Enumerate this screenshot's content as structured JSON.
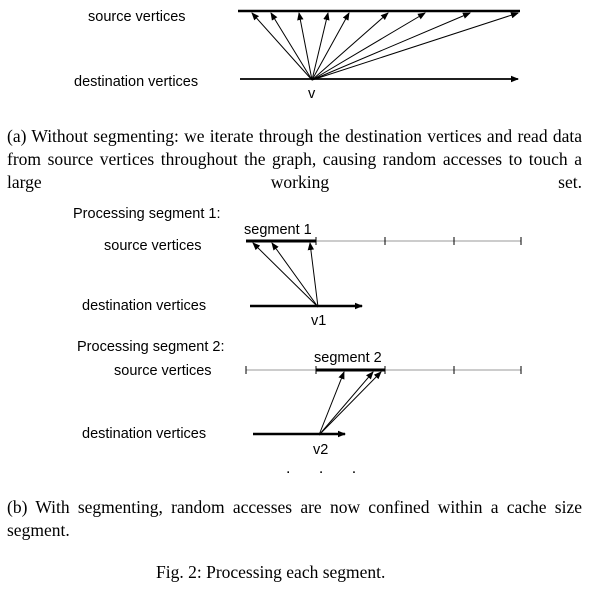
{
  "panel_a": {
    "source_label": "source vertices",
    "dest_label": "destination vertices",
    "vertex_label": "v",
    "caption": "(a) Without segmenting: we iterate through the destination vertices and read data from source vertices throughout the graph, causing random accesses to touch a large working set."
  },
  "panel_b": {
    "seg1": {
      "heading": "Processing segment 1:",
      "segment_label": "segment 1",
      "source_label": "source vertices",
      "dest_label": "destination vertices",
      "vertex_label": "v1"
    },
    "seg2": {
      "heading": "Processing segment 2:",
      "segment_label": "segment 2",
      "source_label": "source vertices",
      "dest_label": "destination vertices",
      "vertex_label": "v2"
    },
    "ellipsis": ". . .",
    "caption": "(b) With segmenting, random accesses are now confined within a cache size segment."
  },
  "figure_caption": "Fig. 2: Processing each segment."
}
